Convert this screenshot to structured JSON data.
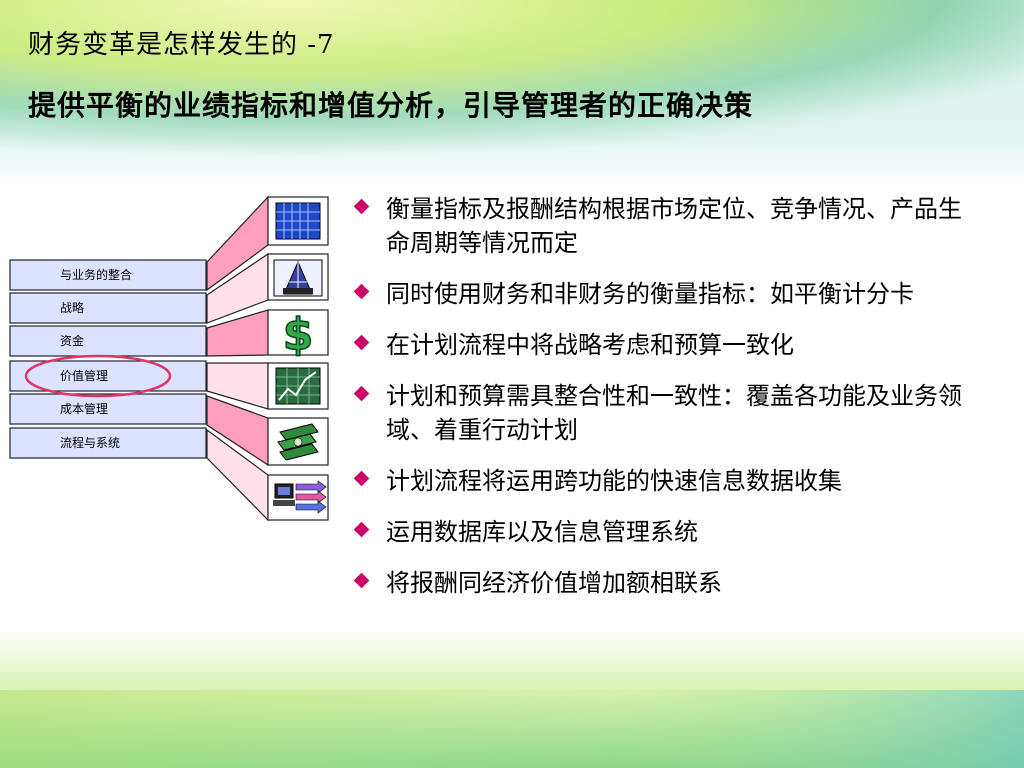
{
  "slide": {
    "title": "财务变革是怎样发生的 -7",
    "subtitle": "提供平衡的业绩指标和增值分析，引导管理者的正确决策"
  },
  "categories": [
    "与业务的整合",
    "战略",
    "资金",
    "价值管理",
    "成本管理",
    "流程与系统"
  ],
  "highlighted_category": "价值管理",
  "icons": [
    "grid-chart-icon",
    "oil-rig-icon",
    "dollar-sign-icon",
    "line-chart-icon",
    "money-stack-icon",
    "computer-arrows-icon"
  ],
  "bullets": [
    "衡量指标及报酬结构根据市场定位、竞争情况、产品生命周期等情况而定",
    "同时使用财务和非财务的衡量指标：如平衡计分卡",
    "在计划流程中将战略考虑和预算一致化",
    "计划和预算需具整合性和一致性：覆盖各功能及业务领域、着重行动计划",
    "计划流程将运用跨功能的快速信息数据收集",
    "运用数据库以及信息管理系统",
    "将报酬同经济价值增加额相联系"
  ],
  "colors": {
    "bullet_mark": "#cc0066",
    "fan_fill": "#ff9fc0",
    "category_fill": "#cfd8ff",
    "highlight_ellipse": "#e0336a"
  }
}
